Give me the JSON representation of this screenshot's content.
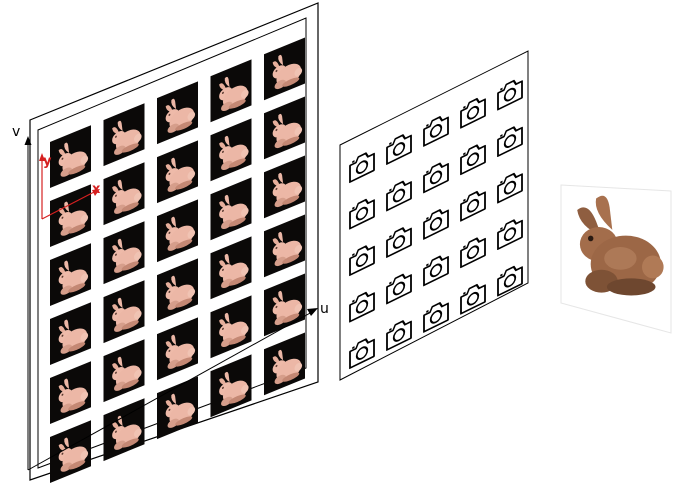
{
  "diagram": {
    "axes": {
      "u_label": "u",
      "v_label": "v"
    },
    "local_axes": {
      "x_label": "x",
      "y_label": "y"
    },
    "light_field": {
      "rows": 6,
      "cols": 5
    },
    "camera_array": {
      "rows": 5,
      "cols": 5,
      "icon": "camera-icon"
    },
    "rendered_view": {
      "subject": "bunny"
    },
    "colors": {
      "frame": "#000000",
      "view_background": "#0b0908",
      "bunny": "#ecb7a6",
      "bunny_shadow": "#c48874",
      "local_axes": "#d62020",
      "render_bunny": "#9c6746"
    }
  }
}
